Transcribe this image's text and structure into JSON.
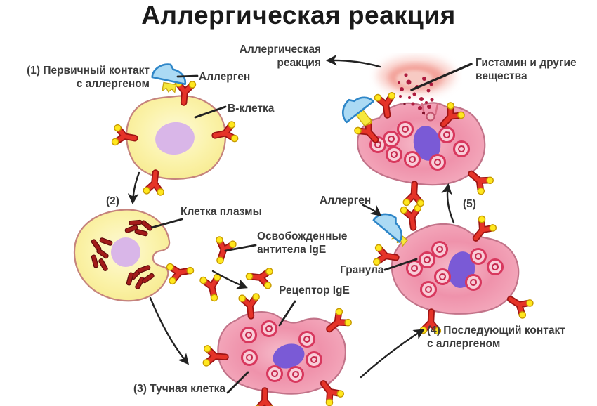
{
  "title": "Аллергическая реакция",
  "colors": {
    "background": "#ffffff",
    "cell_yellow": "#FBF3AC",
    "cell_outline": "#C5837D",
    "mast_pink": "#EF92AB",
    "mast_outline": "#C27389",
    "nucleus_lavender": "#D9B6E8",
    "nucleus_purple": "#7A5AD6",
    "antibody_red": "#E53328",
    "antibody_outline": "#9E1414",
    "tip_yellow": "#FFE71E",
    "allergen_blue": "#ABDAF4",
    "allergen_outline": "#2E86C8",
    "granule_ring_red": "#D8385E",
    "er_dark_red": "#A21A1A",
    "histamine_dot": "#AD1A3D",
    "cloud_pink": "#F09086",
    "line_black": "#222222",
    "label_text": "#3C3C3C"
  },
  "labels": {
    "step1_line1": "(1) Первичный контакт",
    "step1_line2": "с аллергеном",
    "allergen_1": "Аллерген",
    "b_cell": "В-клетка",
    "step2": "(2)",
    "plasma_cell": "Клетка плазмы",
    "released_line1": "Освобожденные",
    "released_line2": "антитела IgE",
    "ige_receptor": "Рецептор IgE",
    "step3": "(3) Тучная клетка",
    "allergen_2": "Аллерген",
    "granule": "Гранула",
    "step4_line1": "(4) Последующий контакт",
    "step4_line2": "с аллергеном",
    "step5": "(5)",
    "reaction_line1": "Аллергическая",
    "reaction_line2": "реакция",
    "histamine_line1": "Гистамин и другие",
    "histamine_line2": "вещества"
  }
}
